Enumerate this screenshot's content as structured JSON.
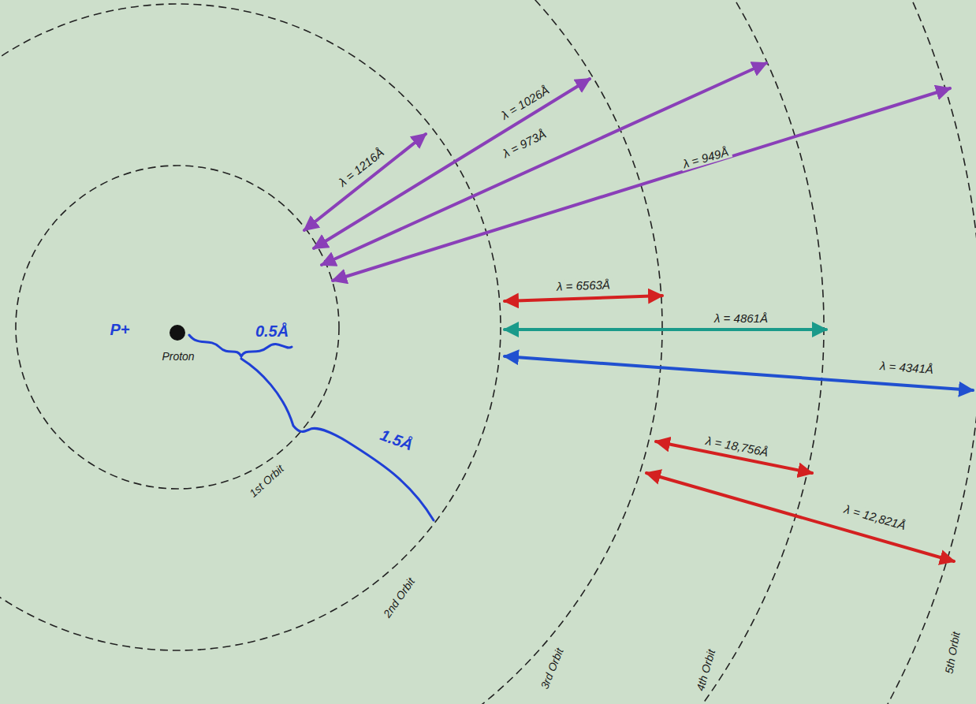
{
  "diagram": {
    "labels": [
      "λ = 1216Å",
      "λ = 1026Å",
      "λ = 973Å",
      "λ = 949Å",
      "λ = 6563Å",
      "λ = 4861Å",
      "λ = 4341Å",
      "λ = 18,756Å",
      "λ = 12,821Å",
      "Proton",
      "P+",
      "0.5Å",
      "1.5Å",
      "1st Orbit",
      "2nd Orbit",
      "3rd Orbit",
      "4th Orbit",
      "5th Orbit"
    ]
  }
}
